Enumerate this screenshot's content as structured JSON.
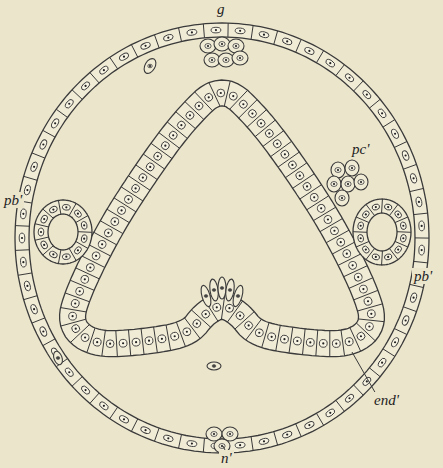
{
  "diagram": {
    "labels": [
      "g",
      "pc'",
      "pb'",
      "pb'",
      "end'",
      "n'"
    ]
  }
}
